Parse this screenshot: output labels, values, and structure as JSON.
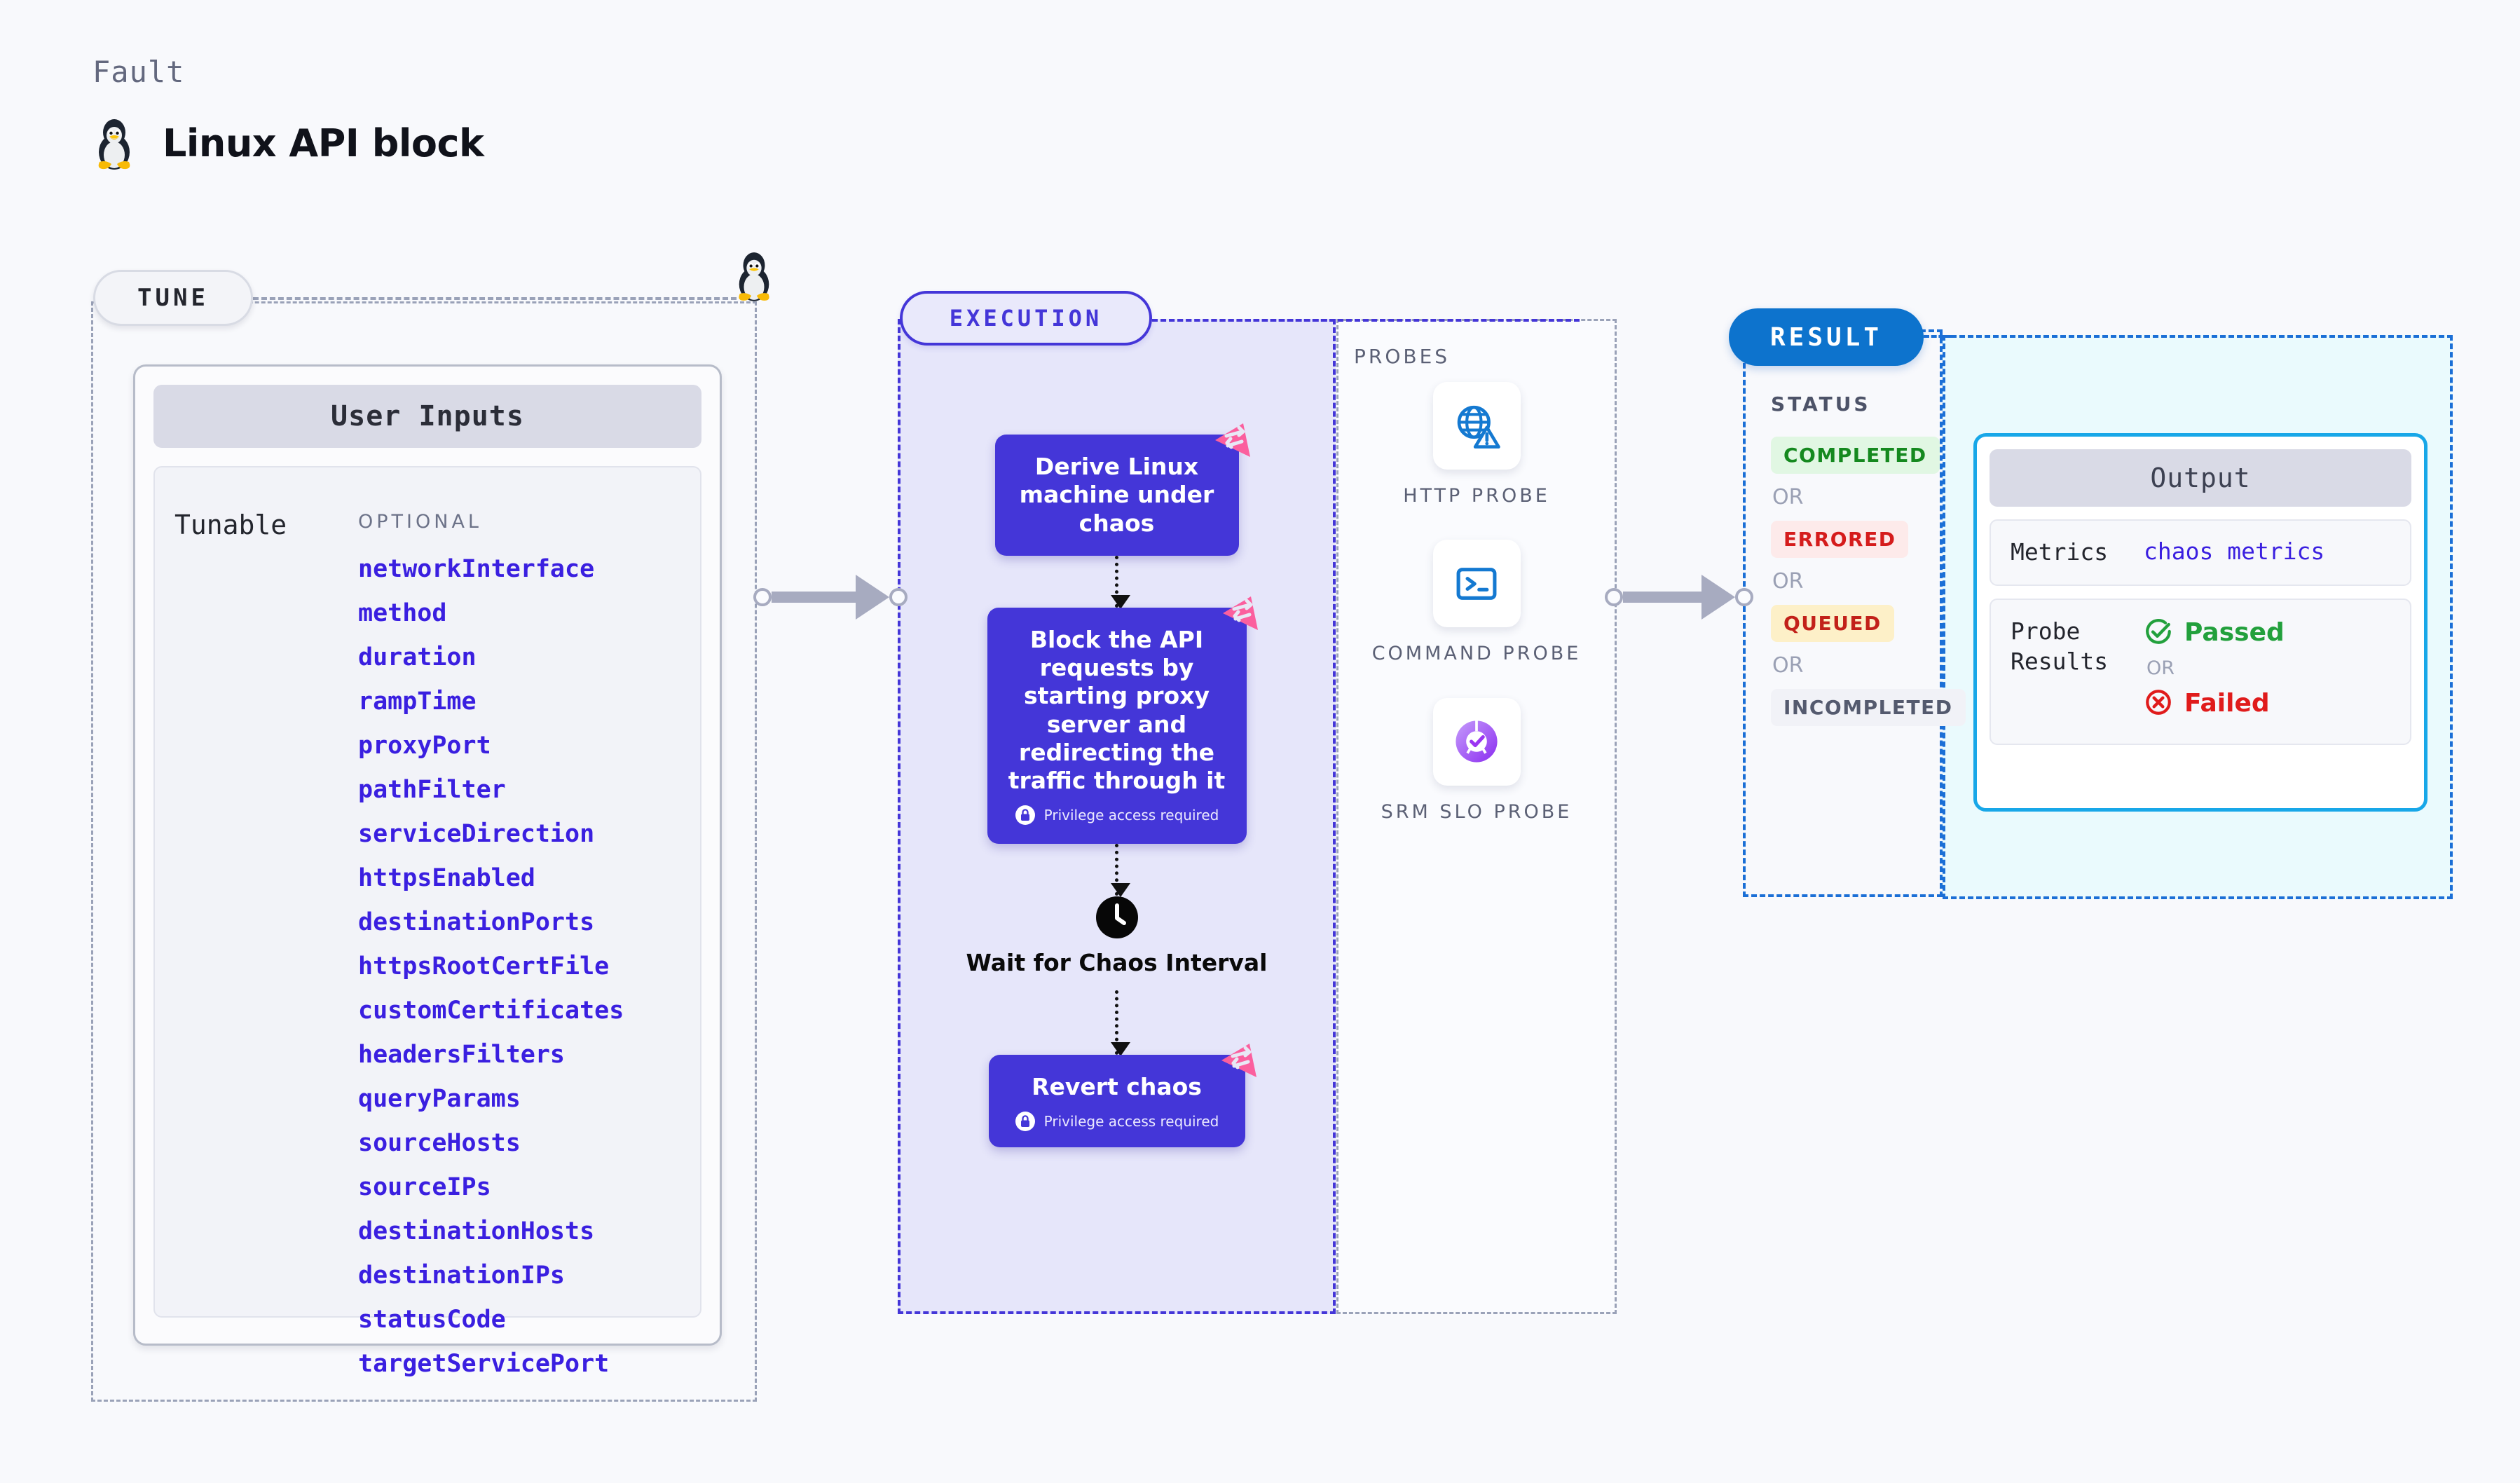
{
  "header": {
    "kicker": "Fault",
    "title": "Linux API block",
    "logo_icon": "linux-tux-icon"
  },
  "tune": {
    "pill_label": "TUNE",
    "card": {
      "header": "User Inputs",
      "group_label": "Tunable",
      "group_kind": "OPTIONAL",
      "params": [
        "networkInterface",
        "method",
        "duration",
        "rampTime",
        "proxyPort",
        "pathFilter",
        "serviceDirection",
        "httpsEnabled",
        "destinationPorts",
        "httpsRootCertFile",
        "customCertificates",
        "headersFilters",
        "queryParams",
        "sourceHosts",
        "sourceIPs",
        "destinationHosts",
        "destinationIPs",
        "statusCode",
        "targetServicePort"
      ]
    }
  },
  "execution": {
    "pill_label": "EXECUTION",
    "nodes": [
      {
        "title": "Derive Linux machine under chaos",
        "privilege": null,
        "flag_icon": "swap-flag-icon"
      },
      {
        "title": "Block the API requests by starting proxy server and redirecting the traffic through it",
        "privilege": "Privilege access required",
        "flag_icon": "swap-flag-icon"
      },
      {
        "title": "Wait for Chaos Interval",
        "privilege": null,
        "flag_icon": null,
        "icon": "clock-icon"
      },
      {
        "title": "Revert chaos",
        "privilege": "Privilege access required",
        "flag_icon": "swap-flag-icon"
      }
    ]
  },
  "probes": {
    "label": "PROBES",
    "items": [
      {
        "name": "HTTP PROBE",
        "icon": "globe-warning-icon"
      },
      {
        "name": "COMMAND PROBE",
        "icon": "terminal-icon"
      },
      {
        "name": "SRM SLO PROBE",
        "icon": "slo-donut-check-icon"
      }
    ]
  },
  "result": {
    "pill_label": "RESULT",
    "status_label": "STATUS",
    "or_label": "OR",
    "statuses": [
      {
        "label": "COMPLETED",
        "color": "#15891f",
        "bg": "#e1f7e3"
      },
      {
        "label": "ERRORED",
        "color": "#d51c1c",
        "bg": "#fdeaea"
      },
      {
        "label": "QUEUED",
        "color": "#c2211a",
        "bg": "#fdf0c8"
      },
      {
        "label": "INCOMPLETED",
        "color": "#545a6e",
        "bg": "#f1f2f7"
      }
    ]
  },
  "output": {
    "header": "Output",
    "metrics_key": "Metrics",
    "metrics_value": "chaos metrics",
    "probe_results_key": "Probe Results",
    "passed_label": "Passed",
    "failed_label": "Failed",
    "or_label": "OR",
    "passed_icon": "check-circle-icon",
    "failed_icon": "x-circle-icon"
  },
  "colors": {
    "accent_purple": "#4436d8",
    "accent_blue": "#0d73cd",
    "link_purple": "#3a1fe0",
    "flag_pink": "#fb5f9e",
    "page_bg": "#f8f9fc"
  }
}
